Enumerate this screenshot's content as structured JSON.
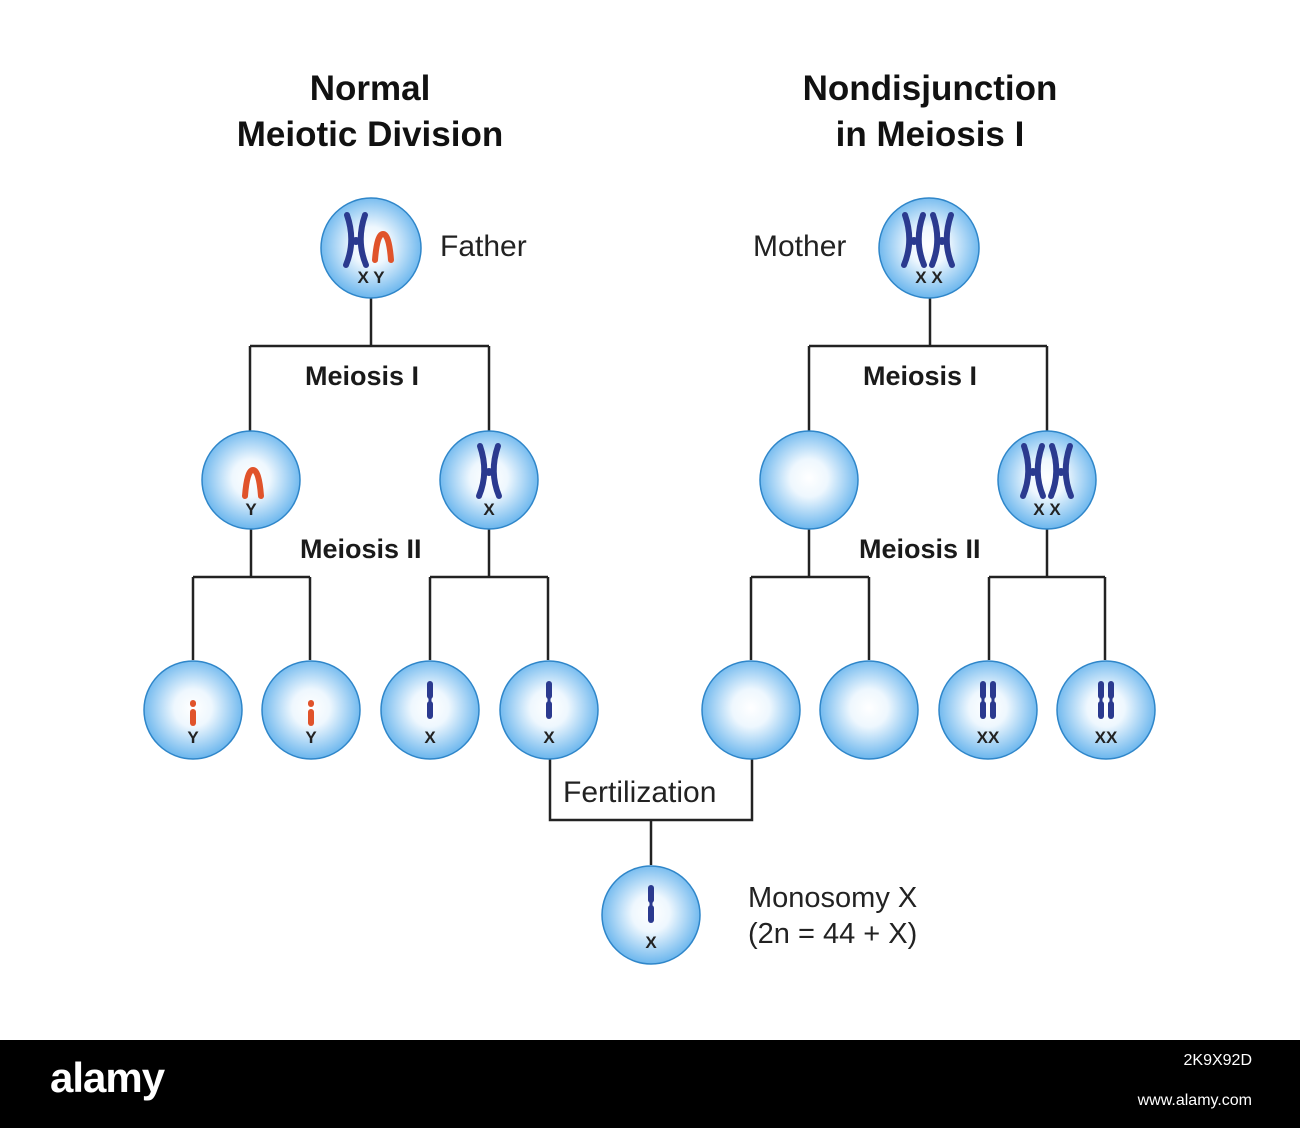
{
  "titles": {
    "left": [
      "Normal",
      "Meiotic Division"
    ],
    "right": [
      "Nondisjunction",
      "in Meiosis I"
    ]
  },
  "parents": {
    "father": "Father",
    "mother": "Mother"
  },
  "stages": {
    "left_meiosis_1": "Meiosis I",
    "left_meiosis_2": "Meiosis II",
    "right_meiosis_1": "Meiosis I",
    "right_meiosis_2": "Meiosis II"
  },
  "fertilization": "Fertilization",
  "result": {
    "name": "Monosomy X",
    "formula": "(2n = 44 + X)"
  },
  "cells": {
    "father": "X Y",
    "mother": "X X",
    "left_y": "Y",
    "left_x": "X",
    "right_empty": "",
    "right_xx": "X X",
    "gamete_y1": "Y",
    "gamete_y2": "Y",
    "gamete_x1": "X",
    "gamete_x2": "X",
    "gamete_empty1": "",
    "gamete_empty2": "",
    "gamete_xx1": "XX",
    "gamete_xx2": "XX",
    "zygote": "X"
  },
  "colors": {
    "x_chromosome": "#2b3a8f",
    "y_chromosome": "#e0532b",
    "cell_center": "#ffffff",
    "cell_edge": "#5fb0ec",
    "cell_outline": "#2f86c9",
    "line": "#222222"
  },
  "footer": {
    "brand": "alamy",
    "image_id": "2K9X92D",
    "site": "www.alamy.com"
  }
}
